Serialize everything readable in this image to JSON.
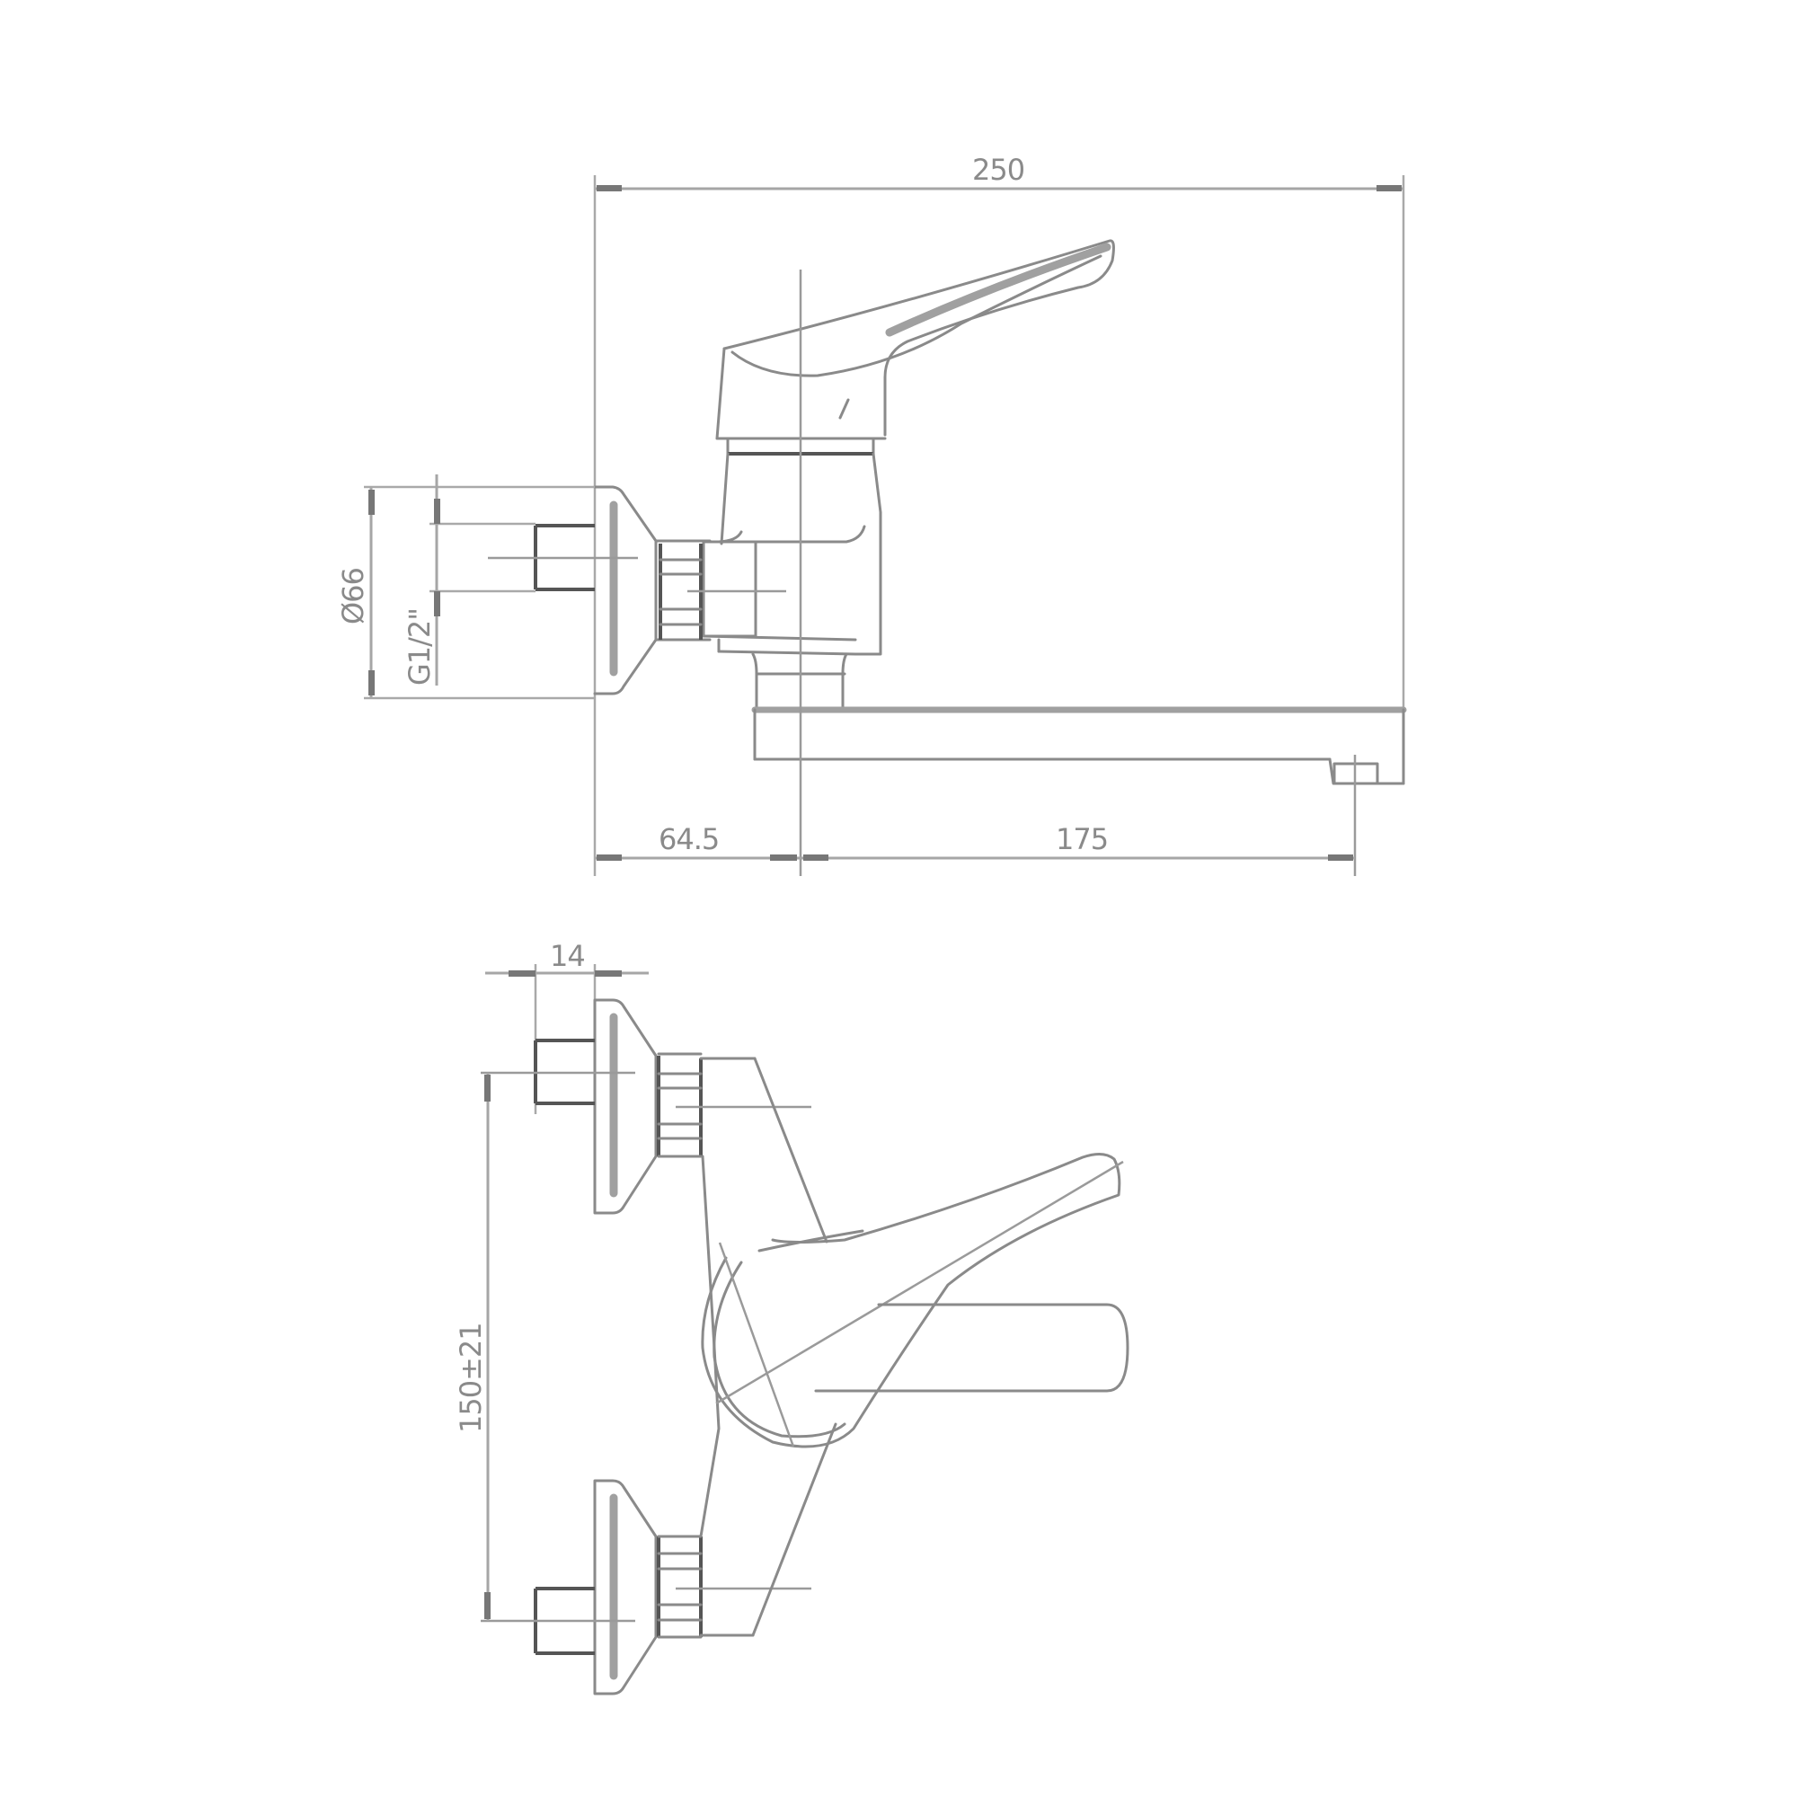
{
  "drawing": {
    "subject": "wall-mounted single-lever faucet",
    "colors": {
      "line": "#8a8a8a",
      "dimension": "#a6a6a6",
      "background": "#ffffff"
    },
    "side_view": {
      "dimensions": {
        "overall_length": "250",
        "wall_to_axis": "64.5",
        "axis_to_spout": "175",
        "flange_diameter": "Ø66",
        "thread": "G1/2\""
      }
    },
    "top_view": {
      "dimensions": {
        "inlet_depth": "14",
        "inlet_spacing": "150±21"
      }
    }
  }
}
